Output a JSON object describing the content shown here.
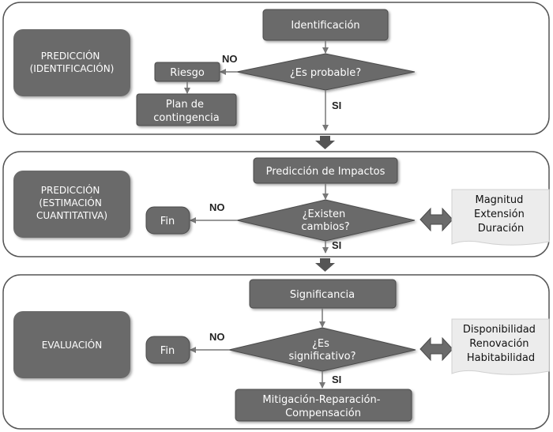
{
  "section1": {
    "label_lines": [
      "PREDICCIÓN",
      "(IDENTIFICACIÓN)"
    ],
    "start_box": "Identificación",
    "decision": "¿Es probable?",
    "no_label": "NO",
    "si_label": "SI",
    "risk_box": "Riesgo",
    "plan_lines": [
      "Plan de",
      "contingencia"
    ]
  },
  "section2": {
    "label_lines": [
      "PREDICCIÓN",
      "(ESTIMACIÓN",
      "CUANTITATIVA)"
    ],
    "start_box": "Predicción de Impactos",
    "decision_lines": [
      "¿Existen",
      "cambios?"
    ],
    "no_label": "NO",
    "si_label": "SI",
    "end_box": "Fin",
    "note_lines": [
      "Magnitud",
      "Extensión",
      "Duración"
    ]
  },
  "section3": {
    "label": "EVALUACIÓN",
    "start_box": "Significancia",
    "decision_lines": [
      "¿Es",
      "significativo?"
    ],
    "no_label": "NO",
    "si_label": "SI",
    "end_box": "Fin",
    "result_lines": [
      "Mitigación-Reparación-",
      "Compensación"
    ],
    "note_lines": [
      "Disponibilidad",
      "Renovación",
      "Habitabilidad"
    ]
  },
  "colors": {
    "box_fill": "#6b6b6b",
    "box_stroke": "#4a4a4a",
    "panel_stroke": "#555555",
    "arrow": "#777777",
    "note_fill": "#ececec",
    "text_light": "#ffffff",
    "text_dark": "#111111"
  }
}
